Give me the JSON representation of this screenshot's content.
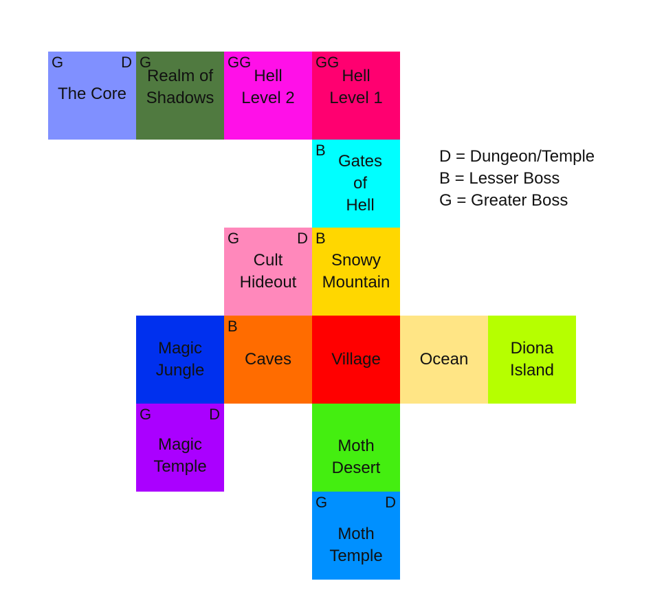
{
  "tiles": [
    {
      "id": "t-core",
      "name": "The Core",
      "tl": "G",
      "tr": "D",
      "color": "#8090ff"
    },
    {
      "id": "t-shadows",
      "name": "Realm of\nShadows",
      "tl": "G",
      "tr": "",
      "color": "#507a40"
    },
    {
      "id": "t-hell2",
      "name": "Hell\nLevel 2",
      "tl": "GG",
      "tr": "",
      "color": "#ff10e8"
    },
    {
      "id": "t-hell1",
      "name": "Hell\nLevel 1",
      "tl": "GG",
      "tr": "",
      "color": "#ff0070"
    },
    {
      "id": "t-gates",
      "name": "Gates\nof\nHell",
      "tl": "B",
      "tr": "",
      "color": "#00ffff"
    },
    {
      "id": "t-cult",
      "name": "Cult\nHideout",
      "tl": "G",
      "tr": "D",
      "color": "#ff88bb"
    },
    {
      "id": "t-snowy",
      "name": "Snowy\nMountain",
      "tl": "B",
      "tr": "",
      "color": "#ffd700"
    },
    {
      "id": "t-jungle",
      "name": "Magic\nJungle",
      "tl": "",
      "tr": "",
      "color": "#0030ee"
    },
    {
      "id": "t-caves",
      "name": "Caves",
      "tl": "B",
      "tr": "",
      "color": "#ff6c00"
    },
    {
      "id": "t-village",
      "name": "Village",
      "tl": "",
      "tr": "",
      "color": "#ff0000"
    },
    {
      "id": "t-ocean",
      "name": "Ocean",
      "tl": "",
      "tr": "",
      "color": "#ffe585"
    },
    {
      "id": "t-diona",
      "name": "Diona\nIsland",
      "tl": "",
      "tr": "",
      "color": "#b6ff00"
    },
    {
      "id": "t-mtemple",
      "name": "Magic\nTemple",
      "tl": "G",
      "tr": "D",
      "color": "#aa00ff"
    },
    {
      "id": "t-desert",
      "name": "Moth\nDesert",
      "tl": "",
      "tr": "",
      "color": "#44ee10"
    },
    {
      "id": "t-mothtmp",
      "name": "Moth\nTemple",
      "tl": "G",
      "tr": "D",
      "color": "#0090ff"
    }
  ],
  "legend": [
    "D = Dungeon/Temple",
    "B = Lesser Boss",
    "G = Greater Boss"
  ]
}
